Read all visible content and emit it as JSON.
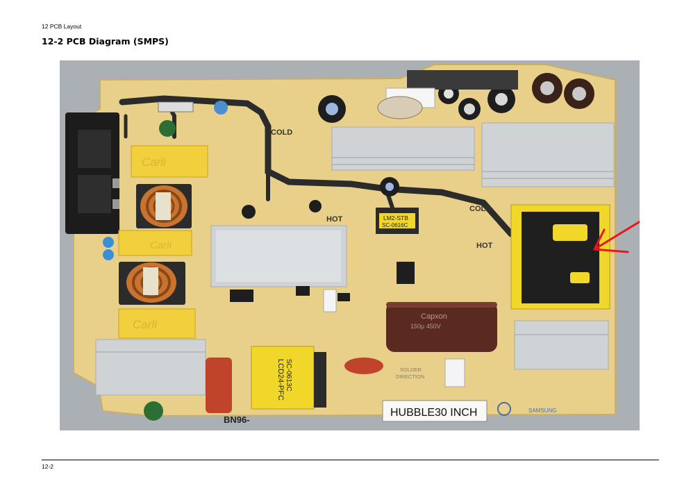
{
  "header": {
    "running_head": "12 PCB Layout",
    "section_title": "12-2 PCB Diagram (SMPS)"
  },
  "photo": {
    "labels": {
      "cold_1": "COLD",
      "cold_2": "COLD",
      "hot_1": "HOT",
      "hot_2": "HOT",
      "model": "HUBBLE30 INCH",
      "part_no": "BN96-",
      "filter_brand_1": "Carli",
      "filter_brand_2": "Carli",
      "filter_brand_3": "Carli",
      "transformer_1_line1": "LM2-STB",
      "transformer_1_line2": "SC-0616C",
      "transformer_2_line1": "LCD24-PFC",
      "transformer_2_line2": "SC-0613C",
      "capacitor_brand": "Capxon",
      "capacitor_rating": "150μ 450V",
      "solder_dir_1": "SOLDER",
      "solder_dir_2": "DIRECTION",
      "logo": "SAMSUNG"
    },
    "colors": {
      "board": "#e9d08a",
      "trace": "#2b2b2b",
      "heatsink": "#cfd3d6",
      "transformer": "#f1d72a",
      "capacitor": "#5a2a20",
      "annotation_arrow": "#e8161a"
    }
  },
  "footer": {
    "page_number": "12-2"
  }
}
